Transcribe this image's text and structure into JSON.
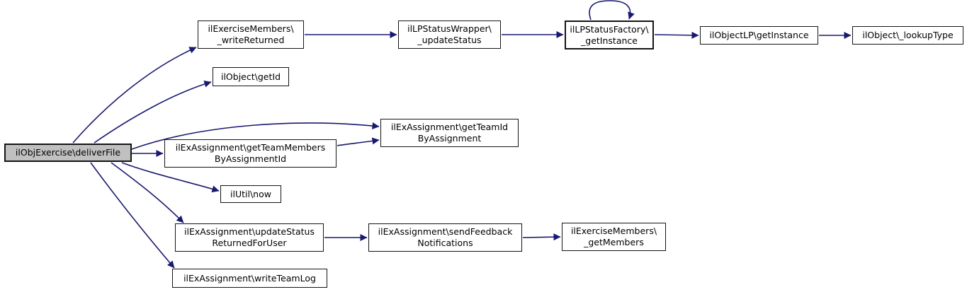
{
  "title": "ilObjExercise\\deliverFile call graph",
  "colors": {
    "background": "#ffffff",
    "edge": "#191970",
    "node_border": "#141414",
    "node_fill": "#ffffff",
    "highlight_node_fill": "#c0c0c0",
    "text": "#000000"
  },
  "nodes": [
    {
      "id": "deliverFile",
      "label": "ilObjExercise\\deliverFile",
      "highlight": true
    },
    {
      "id": "writeReturned",
      "label": "ilExerciseMembers\\\n_writeReturned"
    },
    {
      "id": "getId",
      "label": "ilObject\\getId"
    },
    {
      "id": "getTeamIdByAssignment",
      "label": "ilExAssignment\\getTeamId\nByAssignment"
    },
    {
      "id": "getTeamMembersByAssignmentId",
      "label": "ilExAssignment\\getTeamMembers\nByAssignmentId"
    },
    {
      "id": "now",
      "label": "ilUtil\\now"
    },
    {
      "id": "updateStatusReturnedForUser",
      "label": "ilExAssignment\\updateStatus\nReturnedForUser"
    },
    {
      "id": "writeTeamLog",
      "label": "ilExAssignment\\writeTeamLog"
    },
    {
      "id": "updateStatus",
      "label": "ilLPStatusWrapper\\\n_updateStatus"
    },
    {
      "id": "getInstanceFactory",
      "label": "ilLPStatusFactory\\\n_getInstance",
      "self_loop": true
    },
    {
      "id": "getInstanceObjectLP",
      "label": "ilObjectLP\\getInstance"
    },
    {
      "id": "lookupType",
      "label": "ilObject\\_lookupType"
    },
    {
      "id": "sendFeedbackNotifications",
      "label": "ilExAssignment\\sendFeedback\nNotifications"
    },
    {
      "id": "getMembers",
      "label": "ilExerciseMembers\\\n_getMembers"
    }
  ],
  "edges": [
    {
      "from": "deliverFile",
      "to": "writeReturned"
    },
    {
      "from": "deliverFile",
      "to": "getId"
    },
    {
      "from": "deliverFile",
      "to": "getTeamIdByAssignment"
    },
    {
      "from": "deliverFile",
      "to": "getTeamMembersByAssignmentId"
    },
    {
      "from": "deliverFile",
      "to": "now"
    },
    {
      "from": "deliverFile",
      "to": "updateStatusReturnedForUser"
    },
    {
      "from": "deliverFile",
      "to": "writeTeamLog"
    },
    {
      "from": "writeReturned",
      "to": "updateStatus"
    },
    {
      "from": "updateStatus",
      "to": "getInstanceFactory"
    },
    {
      "from": "getInstanceFactory",
      "to": "getInstanceFactory"
    },
    {
      "from": "getInstanceFactory",
      "to": "getInstanceObjectLP"
    },
    {
      "from": "getInstanceObjectLP",
      "to": "lookupType"
    },
    {
      "from": "getTeamMembersByAssignmentId",
      "to": "getTeamIdByAssignment"
    },
    {
      "from": "updateStatusReturnedForUser",
      "to": "sendFeedbackNotifications"
    },
    {
      "from": "sendFeedbackNotifications",
      "to": "getMembers"
    }
  ]
}
